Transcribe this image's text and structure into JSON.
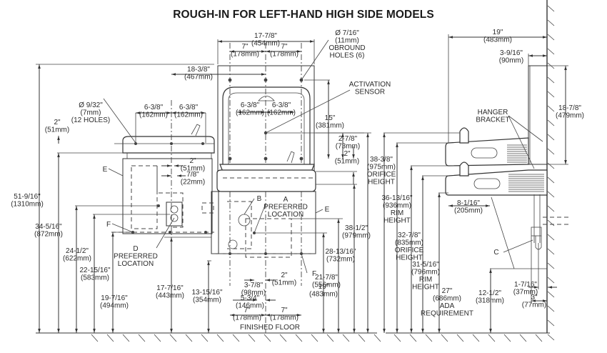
{
  "title": "ROUGH-IN FOR LEFT-HAND HIGH SIDE MODELS",
  "labels": {
    "finished_floor": "FINISHED FLOOR",
    "activation_sensor": [
      "ACTIVATION",
      "SENSOR"
    ],
    "hanger_bracket": [
      "HANGER",
      "BRACKET"
    ],
    "obround_holes": [
      "Ø 7/16\"",
      "(11mm)",
      "OBROUND",
      "HOLES (6)"
    ],
    "mount_holes": [
      "Ø 9/32\"",
      "(7mm)",
      "(12 HOLES)"
    ],
    "callout_a": [
      "A",
      "PREFERRED",
      "LOCATION"
    ],
    "callout_b": "B",
    "callout_c": "C",
    "callout_d": [
      "D",
      "PREFERRED",
      "LOCATION"
    ],
    "callout_e": "E",
    "callout_f": "F"
  },
  "dimensions": {
    "left_overall_height": [
      "51-9/16\"",
      "(1310mm)"
    ],
    "left_34_5_16": [
      "34-5/16\"",
      "(872mm)"
    ],
    "left_24_1_2": [
      "24-1/2\"",
      "(622mm)"
    ],
    "left_22_15_16": [
      "22-15/16\"",
      "(583mm)"
    ],
    "left_19_7_16": [
      "19-7/16\"",
      "(494mm)"
    ],
    "left_2in": [
      "2\"",
      "(51mm)"
    ],
    "left_18_3_8": [
      "18-3/8\"",
      "(467mm)"
    ],
    "left_6_3_8_a": [
      "6-3/8\"",
      "(162mm)"
    ],
    "left_6_3_8_b": [
      "6-3/8\"",
      "(162mm)"
    ],
    "left_2in_b": [
      "2\"",
      "(51mm)"
    ],
    "left_7_8": [
      "7/8\"",
      "(22mm)"
    ],
    "mid_17_7_16": [
      "17-7/16\"",
      "(443mm)"
    ],
    "mid_13_15_16": [
      "13-15/16\"",
      "(354mm)"
    ],
    "mid_17_7_8": [
      "17-7/8\"",
      "(454mm)"
    ],
    "mid_7_a": [
      "7\"",
      "(178mm)"
    ],
    "mid_7_b": [
      "7\"",
      "(178mm)"
    ],
    "mid_6_3_8_a": [
      "6-3/8\"",
      "(162mm)"
    ],
    "mid_6_3_8_b": [
      "6-3/8\"",
      "(162mm)"
    ],
    "mid_15": [
      "15\"",
      "(381mm)"
    ],
    "mid_2_7_8": [
      "2-7/8\"",
      "(73mm)"
    ],
    "mid_2in": [
      "2\"",
      "(51mm)"
    ],
    "mid_3_7_8": [
      "3-7/8\"",
      "(98mm)"
    ],
    "mid_2in_b": [
      "2\"",
      "(51mm)"
    ],
    "mid_5_3_4": [
      "5-3/4\"",
      "(146mm)"
    ],
    "mid_7_c": [
      "7\"",
      "(178mm)"
    ],
    "mid_7_d": [
      "7\"",
      "(178mm)"
    ],
    "mid_19": [
      "19\"",
      "(483mm)"
    ],
    "mid_21_7_8": [
      "21-7/8\"",
      "(556mm)"
    ],
    "mid_28_13_16": [
      "28-13/16\"",
      "(732mm)"
    ],
    "mid_38_1_2": [
      "38-1/2\"",
      "(979mm)"
    ],
    "side_38_3_8": [
      "38-3/8\"",
      "(975mm)",
      "ORIFICE",
      "HEIGHT"
    ],
    "side_36_13_16": [
      "36-13/16\"",
      "(936mm)",
      "RIM",
      "HEIGHT"
    ],
    "side_32_7_8": [
      "32-7/8\"",
      "(835mm)",
      "ORIFICE",
      "HEIGHT"
    ],
    "side_31_5_16": [
      "31-5/16\"",
      "(796mm)",
      "RIM",
      "HEIGHT"
    ],
    "side_27": [
      "27\"",
      "(686mm)",
      "ADA",
      "REQUIREMENT"
    ],
    "side_19": [
      "19\"",
      "(483mm)"
    ],
    "side_3_9_16": [
      "3-9/16\"",
      "(90mm)"
    ],
    "side_18_7_8": [
      "18-7/8\"",
      "(479mm)"
    ],
    "side_8_1_16": [
      "8-1/16\"",
      "(205mm)"
    ],
    "side_12_1_2": [
      "12-1/2\"",
      "(318mm)"
    ],
    "side_1_7_16": [
      "1-7/16\"",
      "(37mm)"
    ],
    "side_3": [
      "3\"",
      "(77mm)"
    ]
  },
  "colors": {
    "line": "#333333",
    "background": "#ffffff"
  }
}
